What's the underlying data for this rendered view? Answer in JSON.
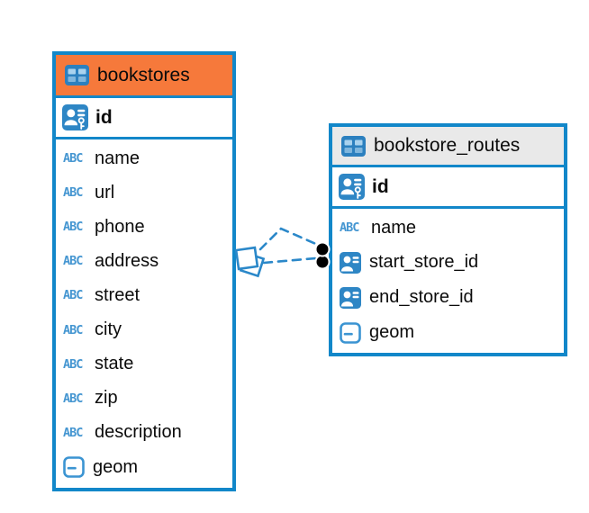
{
  "diagram": {
    "tool": "database-er-diagram",
    "colors": {
      "table_border_blue": "#1287C9",
      "bookstores_header_orange": "#F6793B",
      "routes_header_gray": "#E9E9E9",
      "icon_blue": "#2E86C5",
      "relation_line_blue": "#2B88C9",
      "relation_dot_black": "#000000"
    },
    "icons": {
      "text_type_label": "ABC"
    },
    "tables": [
      {
        "name": "bookstores",
        "primary_key": {
          "name": "id"
        },
        "fields": [
          {
            "name": "name",
            "type": "text"
          },
          {
            "name": "url",
            "type": "text"
          },
          {
            "name": "phone",
            "type": "text"
          },
          {
            "name": "address",
            "type": "text"
          },
          {
            "name": "street",
            "type": "text"
          },
          {
            "name": "city",
            "type": "text"
          },
          {
            "name": "state",
            "type": "text"
          },
          {
            "name": "zip",
            "type": "text"
          },
          {
            "name": "description",
            "type": "text"
          },
          {
            "name": "geom",
            "type": "geometry"
          }
        ]
      },
      {
        "name": "bookstore_routes",
        "primary_key": {
          "name": "id"
        },
        "fields": [
          {
            "name": "name",
            "type": "text"
          },
          {
            "name": "start_store_id",
            "type": "reference"
          },
          {
            "name": "end_store_id",
            "type": "reference"
          },
          {
            "name": "geom",
            "type": "geometry"
          }
        ]
      }
    ],
    "relations": {
      "count": 2,
      "style": "dashed",
      "color": "#2B88C9"
    }
  }
}
